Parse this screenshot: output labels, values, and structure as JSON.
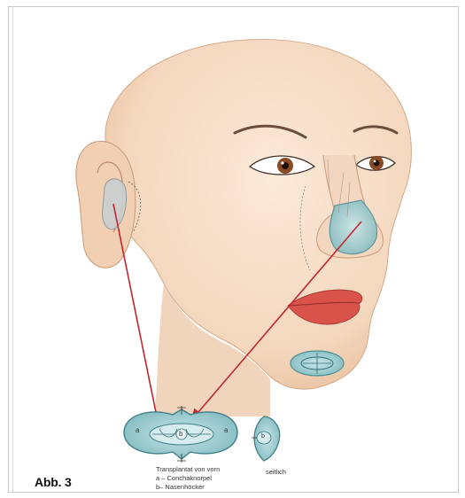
{
  "figure": {
    "label": "Abb. 3",
    "caption_front": "Transplantat von vorn",
    "legend_a": "a – Conchaknorpel",
    "legend_b": "b– Nasenhöcker",
    "caption_side": "seitlich",
    "graft_letter_a": "a",
    "graft_letter_b": "b"
  },
  "colors": {
    "skin": "#f6dfc9",
    "skin_shadow": "#e8c2a2",
    "graft_fill": "#8fc7cc",
    "graft_dark": "#4d8f96",
    "arrow": "#c2272d",
    "lips": "#d9534a"
  }
}
